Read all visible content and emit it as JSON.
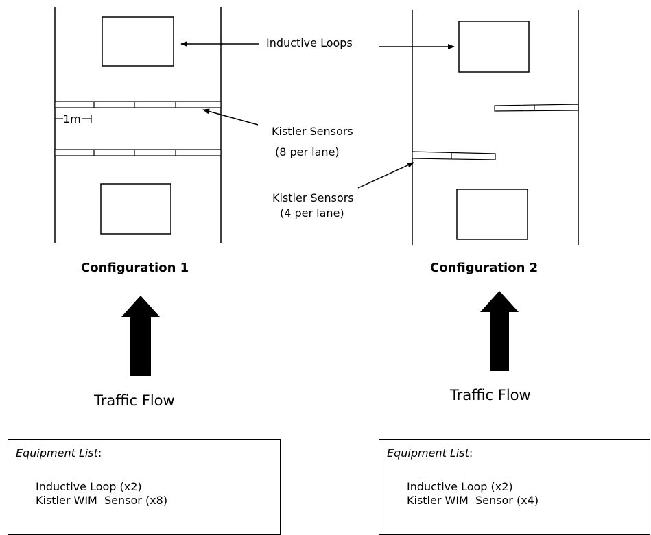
{
  "labels": {
    "inductive_loops": "Inductive Loops",
    "kistler_8": [
      "Kistler Sensors",
      "(8 per lane)"
    ],
    "kistler_4": [
      "Kistler Sensors",
      "(4 per lane)"
    ],
    "one_meter": "1m"
  },
  "configurations": [
    {
      "title": "Configuration 1",
      "flow_label": "Traffic Flow"
    },
    {
      "title": "Configuration 2",
      "flow_label": "Traffic Flow"
    }
  ],
  "equipment_lists": [
    {
      "heading": "Equipment List",
      "heading_suffix": ":",
      "items": [
        "Inductive Loop (x2)",
        "Kistler WIM  Sensor (x8)"
      ]
    },
    {
      "heading": "Equipment List",
      "heading_suffix": ":",
      "items": [
        "Inductive Loop (x2)",
        "Kistler WIM  Sensor (x4)"
      ]
    }
  ]
}
